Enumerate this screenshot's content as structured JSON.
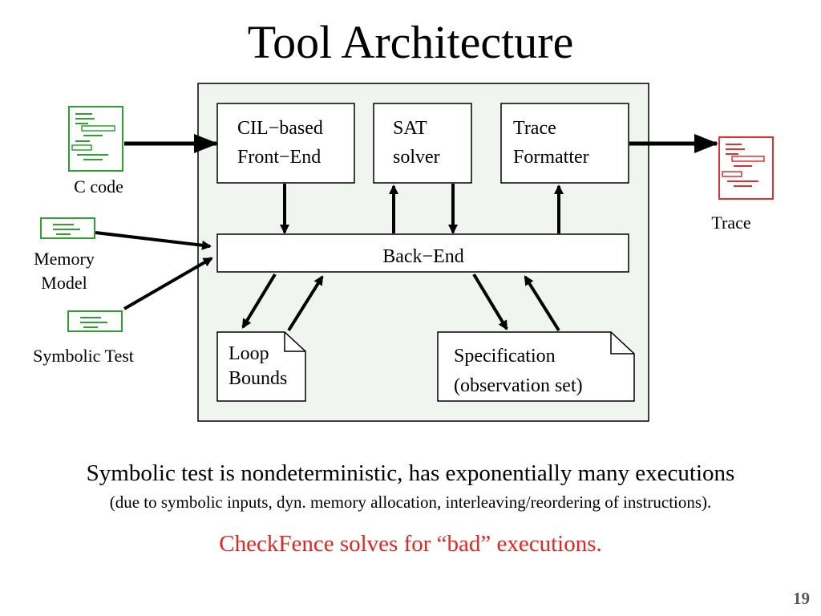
{
  "slide": {
    "title": "Tool Architecture",
    "number": "19"
  },
  "diagram": {
    "components": {
      "frontend": [
        "CIL−based",
        "Front−End"
      ],
      "sat": [
        "SAT",
        "solver"
      ],
      "formatter": [
        "Trace",
        "Formatter"
      ],
      "backend": "Back−End",
      "loop_bounds": [
        "Loop",
        "Bounds"
      ],
      "specification": [
        "Specification",
        "(observation set)"
      ]
    },
    "inputs": {
      "c_code": "C code",
      "memory_model": [
        "Memory",
        "Model"
      ],
      "symbolic_test": "Symbolic Test"
    },
    "outputs": {
      "trace": "Trace"
    },
    "icons": {
      "input_document": "document-icon",
      "output_document": "document-icon"
    },
    "colors": {
      "panel_fill": "#f0f5ef",
      "c_code_icon": "#2ea02e",
      "trace_icon": "#e03030"
    }
  },
  "captions": {
    "main": "Symbolic test is nondeterministic, has exponentially many executions",
    "sub": "(due to symbolic inputs, dyn. memory allocation, interleaving/reordering of instructions).",
    "highlight": "CheckFence solves for “bad” executions.",
    "highlight_color": "#e8251f"
  }
}
